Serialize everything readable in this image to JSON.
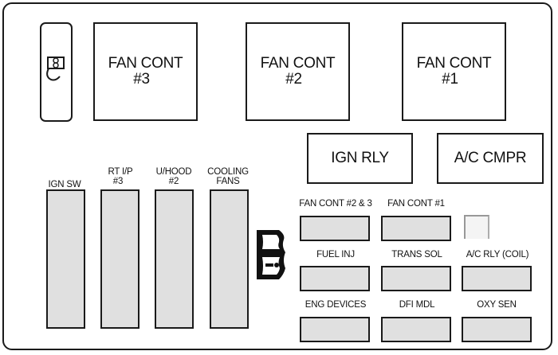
{
  "diagram": {
    "title": "Underhood fuse/relay block layout",
    "relays_large": [
      {
        "line1": "FAN CONT",
        "line2": "#3"
      },
      {
        "line1": "FAN CONT",
        "line2": "#2"
      },
      {
        "line1": "FAN CONT",
        "line2": "#1"
      }
    ],
    "relays_medium": [
      {
        "label": "IGN RLY"
      },
      {
        "label": "A/C CMPR"
      }
    ],
    "maxi_fuses": [
      {
        "line1": "",
        "line2": "IGN SW"
      },
      {
        "line1": "RT I/P",
        "line2": "#3"
      },
      {
        "line1": "U/HOOD",
        "line2": "#2"
      },
      {
        "line1": "COOLING",
        "line2": "FANS"
      }
    ],
    "mini_relays": [
      [
        {
          "label": "FAN CONT #2 & 3"
        },
        {
          "label": "FAN CONT #1"
        },
        {
          "label": ""
        }
      ],
      [
        {
          "label": "FUEL INJ"
        },
        {
          "label": "TRANS SOL"
        },
        {
          "label": "A/C RLY (COIL)"
        }
      ],
      [
        {
          "label": "ENG DEVICES"
        },
        {
          "label": "DFI MDL"
        },
        {
          "label": "OXY SEN"
        }
      ]
    ],
    "icons": {
      "fuse_puller": "fuse-puller-icon",
      "fuse_symbol": "fuse-symbol-icon"
    },
    "colors": {
      "outline": "#1a1a1a",
      "fuse_fill": "#e0e0e0",
      "background": "#ffffff"
    }
  }
}
